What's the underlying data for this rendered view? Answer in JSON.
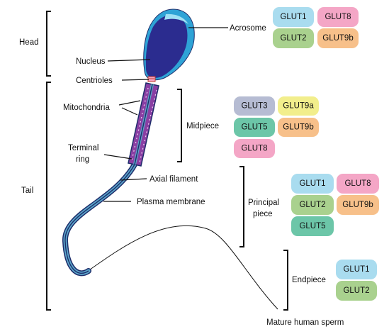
{
  "labels": {
    "head": "Head",
    "tail": "Tail",
    "acrosome": "Acrosome",
    "nucleus": "Nucleus",
    "centrioles": "Centrioles",
    "mitochondria": "Mitochondria",
    "terminal_ring_line1": "Terminal",
    "terminal_ring_line2": "ring",
    "midpiece": "Midpiece",
    "axial_filament": "Axial filament",
    "plasma_membrane": "Plasma membrane",
    "principal_piece_line1": "Principal",
    "principal_piece_line2": "piece",
    "endpiece": "Endpiece",
    "caption": "Mature human sperm"
  },
  "colors": {
    "head_outline": "#2ea3d6",
    "nucleus_fill": "#2b2c8f",
    "midpiece_fill": "#8a3fa3",
    "tail_core": "#1e2d6b",
    "tail_sheath": "#5ba6c9",
    "glut1": "#a9dcef",
    "glut2": "#a9d18e",
    "glut3": "#b6bcd3",
    "glut5": "#6cc6a8",
    "glut8": "#f4a6c6",
    "glut9a": "#f2ee8c",
    "glut9b": "#f7c08a"
  },
  "transporters": {
    "acrosome": [
      "GLUT1",
      "GLUT8",
      "GLUT2",
      "GLUT9b"
    ],
    "midpiece": [
      "GLUT3",
      "GLUT9a",
      "GLUT5",
      "GLUT9b",
      "GLUT8"
    ],
    "principal_piece": [
      "GLUT1",
      "GLUT8",
      "GLUT2",
      "GLUT9b",
      "GLUT5"
    ],
    "endpiece": [
      "GLUT1",
      "GLUT2"
    ]
  }
}
